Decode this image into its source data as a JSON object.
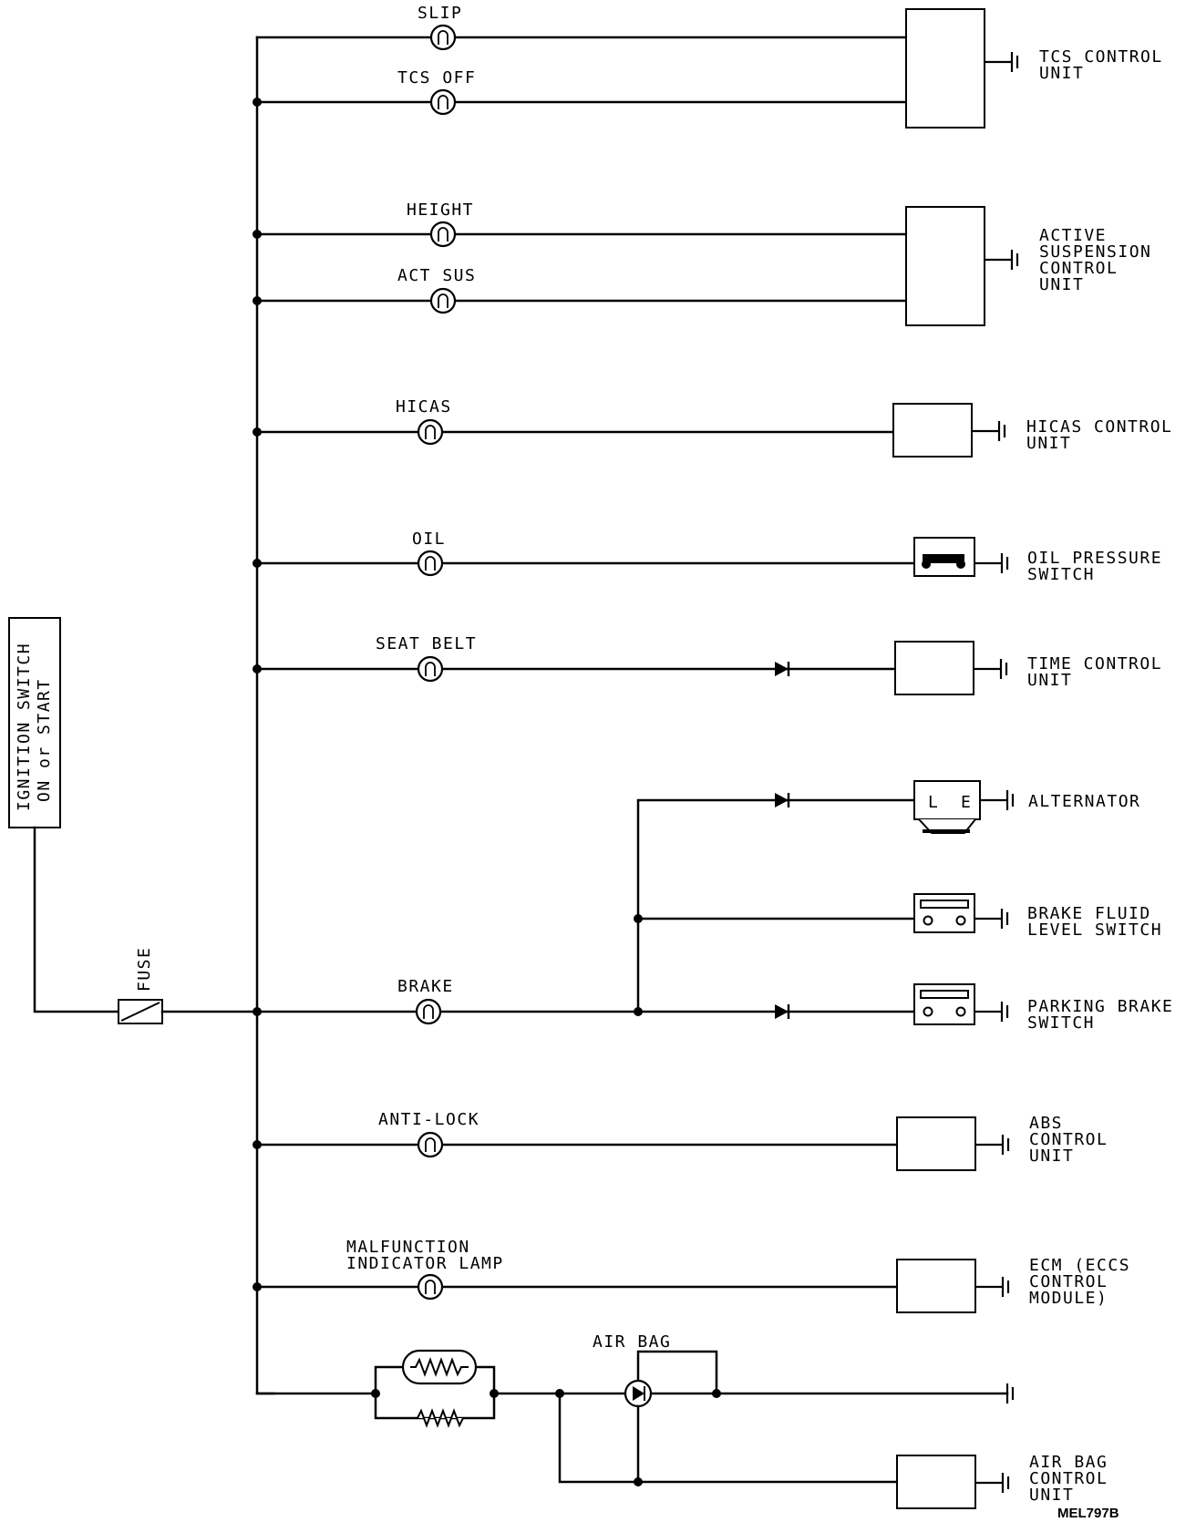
{
  "ignition": {
    "line1": "IGNITION SWITCH",
    "line2": "ON or START"
  },
  "fuse_label": "FUSE",
  "lamps": {
    "slip": "SLIP",
    "tcs_off": "TCS OFF",
    "height": "HEIGHT",
    "act_sus": "ACT SUS",
    "hicas": "HICAS",
    "oil": "OIL",
    "seat_belt": "SEAT BELT",
    "brake": "BRAKE",
    "anti_lock": "ANTI-LOCK",
    "malfunction_line1": "MALFUNCTION",
    "malfunction_line2": "INDICATOR LAMP",
    "air_bag": "AIR BAG"
  },
  "units": {
    "tcs": [
      "TCS CONTROL",
      "UNIT"
    ],
    "active_suspension": [
      "ACTIVE",
      "SUSPENSION",
      "CONTROL",
      "UNIT"
    ],
    "hicas": [
      "HICAS CONTROL",
      "UNIT"
    ],
    "oil_pressure": [
      "OIL PRESSURE",
      "SWITCH"
    ],
    "time_control": [
      "TIME CONTROL",
      "UNIT"
    ],
    "alternator": [
      "ALTERNATOR"
    ],
    "brake_fluid": [
      "BRAKE FLUID",
      "LEVEL SWITCH"
    ],
    "parking_brake": [
      "PARKING BRAKE",
      "SWITCH"
    ],
    "abs": [
      "ABS",
      "CONTROL",
      "UNIT"
    ],
    "ecm": [
      "ECM (ECCS",
      "CONTROL",
      "MODULE)"
    ],
    "air_bag": [
      "AIR BAG",
      "CONTROL",
      "UNIT"
    ]
  },
  "alternator_terminals": {
    "left": "L",
    "right": "E"
  },
  "figure_code": "MEL797B"
}
